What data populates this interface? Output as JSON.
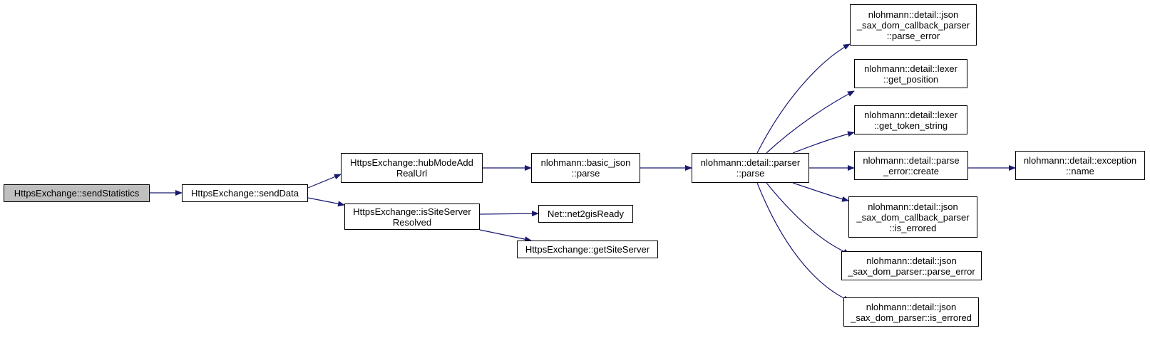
{
  "colors": {
    "edge": "#191970",
    "node_border": "#000000",
    "node_fill": "#ffffff",
    "root_fill": "#bfbfbf",
    "text": "#000000"
  },
  "nodes": {
    "send_statistics": "HttpsExchange::sendStatistics",
    "send_data": "HttpsExchange::sendData",
    "hub_mode_add_real_url": "HttpsExchange::hubModeAdd\nRealUrl",
    "is_site_server_resolved": "HttpsExchange::isSiteServer\nResolved",
    "basic_json_parse": "nlohmann::basic_json\n::parse",
    "net2gis_ready": "Net::net2gisReady",
    "get_site_server": "HttpsExchange::getSiteServer",
    "parser_parse": "nlohmann::detail::parser\n::parse",
    "callback_parser_parse_error": "nlohmann::detail::json\n_sax_dom_callback_parser\n::parse_error",
    "lexer_get_position": "nlohmann::detail::lexer\n::get_position",
    "lexer_get_token_string": "nlohmann::detail::lexer\n::get_token_string",
    "parse_error_create": "nlohmann::detail::parse\n_error::create",
    "callback_parser_is_errored": "nlohmann::detail::json\n_sax_dom_callback_parser\n::is_errored",
    "dom_parser_parse_error": "nlohmann::detail::json\n_sax_dom_parser::parse_error",
    "dom_parser_is_errored": "nlohmann::detail::json\n_sax_dom_parser::is_errored",
    "exception_name": "nlohmann::detail::exception\n::name"
  }
}
